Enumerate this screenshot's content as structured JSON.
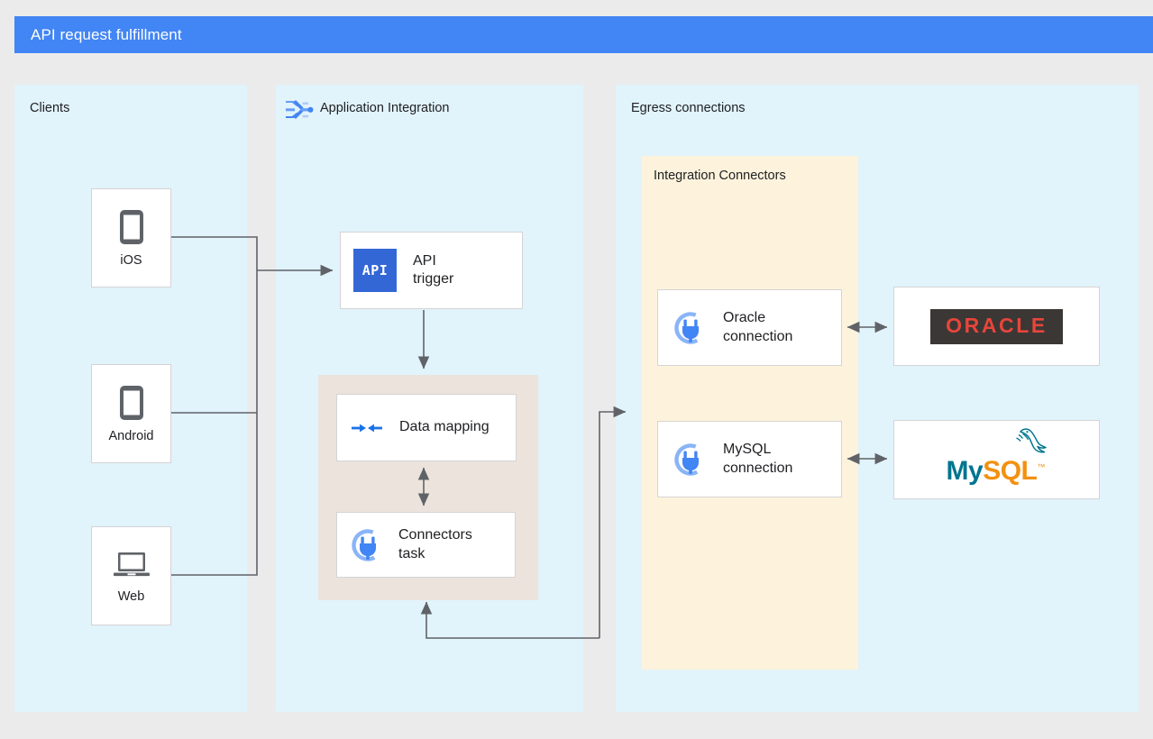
{
  "header": {
    "title": "API request fulfillment",
    "background": "#4285f4",
    "text_color": "#ffffff"
  },
  "colors": {
    "page_background": "#ebebeb",
    "zone_blue": "#e1f3fb",
    "zone_yellow": "#fdf3dc",
    "zone_pink": "#ece3dd",
    "card_white": "#ffffff",
    "card_border": "#d4d4d4",
    "connector_line": "#5f6368",
    "api_badge": "#3367d6",
    "oracle_red": "#e8453c",
    "oracle_dark": "#3b3734",
    "mysql_teal": "#00758f",
    "mysql_orange": "#f29111",
    "device_gray": "#5f6368",
    "accent_blue": "#1a73e8"
  },
  "zones": [
    {
      "id": "clients",
      "label": "Clients",
      "icon": null
    },
    {
      "id": "application-integration",
      "label": "Application Integration",
      "icon": "application-integration-logo"
    },
    {
      "id": "egress-connections",
      "label": "Egress connections",
      "icon": null
    }
  ],
  "clients": {
    "label": "Clients",
    "devices": [
      {
        "id": "ios",
        "label": "iOS",
        "icon": "phone-icon"
      },
      {
        "id": "android",
        "label": "Android",
        "icon": "phone-icon"
      },
      {
        "id": "web",
        "label": "Web",
        "icon": "laptop-icon"
      }
    ]
  },
  "application_integration": {
    "label": "Application Integration",
    "logo_icon": "application-integration-logo",
    "nodes": [
      {
        "id": "api-trigger",
        "label": "API\ntrigger",
        "icon": "api-badge-icon"
      },
      {
        "id": "data-mapping",
        "label": "Data mapping",
        "icon": "data-mapping-icon"
      },
      {
        "id": "connectors-task",
        "label": "Connectors\ntask",
        "icon": "connector-plug-icon"
      }
    ]
  },
  "egress": {
    "label": "Egress connections",
    "integration_connectors": {
      "label": "Integration Connectors",
      "connections": [
        {
          "id": "oracle-connection",
          "label": "Oracle\nconnection",
          "icon": "connector-plug-icon"
        },
        {
          "id": "mysql-connection",
          "label": "MySQL\nconnection",
          "icon": "connector-plug-icon"
        }
      ]
    },
    "systems": [
      {
        "id": "oracle-system",
        "logo": "oracle-logo",
        "wordmark": "ORACLE"
      },
      {
        "id": "mysql-system",
        "logo": "mysql-logo",
        "wordmark_primary": "My",
        "wordmark_secondary": "SQL",
        "wordmark_tm": "™"
      }
    ]
  }
}
